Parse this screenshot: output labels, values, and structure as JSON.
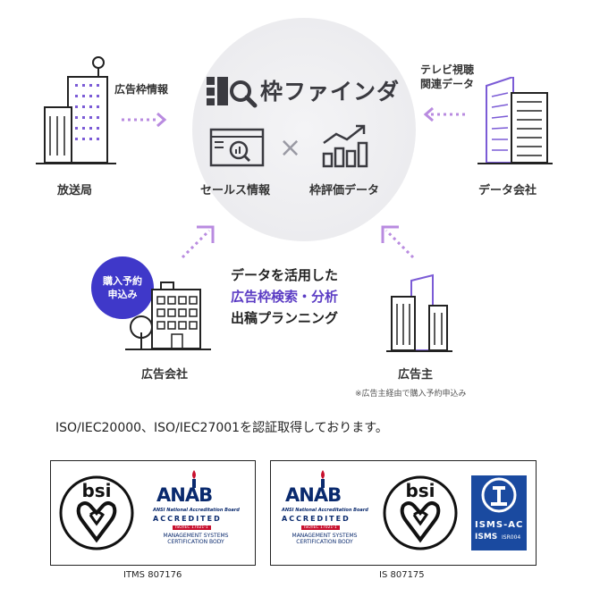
{
  "center": {
    "logo_text": "枠ファインダ",
    "left_label": "セールス情報",
    "right_label": "枠評価データ",
    "times": "×"
  },
  "nodes": {
    "broadcaster": {
      "label": "放送局",
      "flow": "広告枠情報"
    },
    "data_company": {
      "label": "データ会社",
      "flow_line1": "テレビ視聴",
      "flow_line2": "関連データ"
    },
    "agency": {
      "label": "広告会社",
      "badge_line1": "購入予約",
      "badge_line2": "申込み"
    },
    "advertiser": {
      "label": "広告主",
      "note": "※広告主経由で購入予約申込み"
    }
  },
  "message": {
    "line1": "データを活用した",
    "line2": "広告枠検索・分析",
    "line3": "出稿プランニング"
  },
  "iso_text": "ISO/IEC20000、ISO/IEC27001を認証取得しております。",
  "certs": [
    {
      "caption": "ITMS 807176",
      "bsi": "bsi",
      "anab": {
        "title": "ANAB",
        "sub": "ANSI National Accreditation Board",
        "acc": "ACCREDITED",
        "iso": "ISO/IEC 17021-1",
        "ms1": "MANAGEMENT SYSTEMS",
        "ms2": "CERTIFICATION BODY"
      }
    },
    {
      "caption": "IS 807175",
      "bsi": "bsi",
      "anab": {
        "title": "ANAB",
        "sub": "ANSI National Accreditation Board",
        "acc": "ACCREDITED",
        "iso": "ISO/IEC 17021-1",
        "ms1": "MANAGEMENT SYSTEMS",
        "ms2": "CERTIFICATION BODY"
      },
      "isms": {
        "line1": "ISMS-AC",
        "line2": "ISMS",
        "line3": "ISR004"
      }
    }
  ],
  "colors": {
    "accent": "#5b3cc4",
    "badge": "#3f38c9",
    "arrow": "#b98be0",
    "navy": "#0a2a6e"
  }
}
